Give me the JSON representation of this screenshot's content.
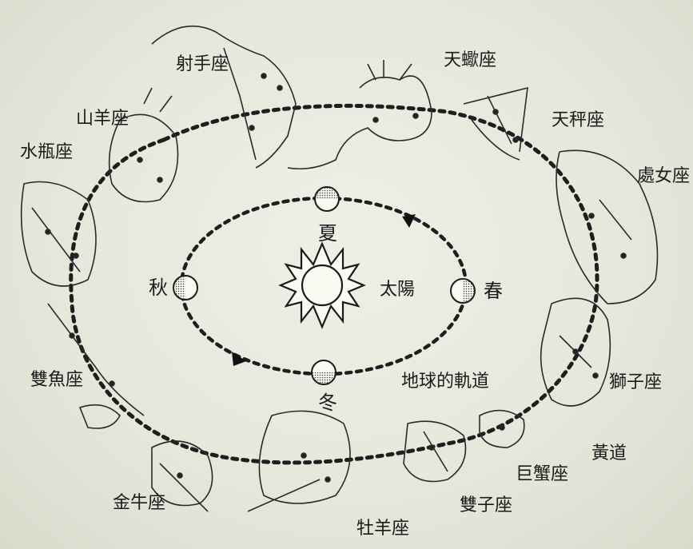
{
  "zodiac": {
    "sagittarius": "射手座",
    "scorpio": "天蠍座",
    "capricorn": "山羊座",
    "libra": "天秤座",
    "aquarius": "水瓶座",
    "virgo": "處女座",
    "pisces": "雙魚座",
    "leo": "獅子座",
    "taurus": "金牛座",
    "cancer": "巨蟹座",
    "gemini": "雙子座",
    "aries": "牡羊座"
  },
  "seasons": {
    "summer": "夏",
    "autumn": "秋",
    "spring": "春",
    "winter": "冬"
  },
  "sun_label": "太陽",
  "orbit_label": "地球的軌道",
  "ecliptic_label": "黃道"
}
